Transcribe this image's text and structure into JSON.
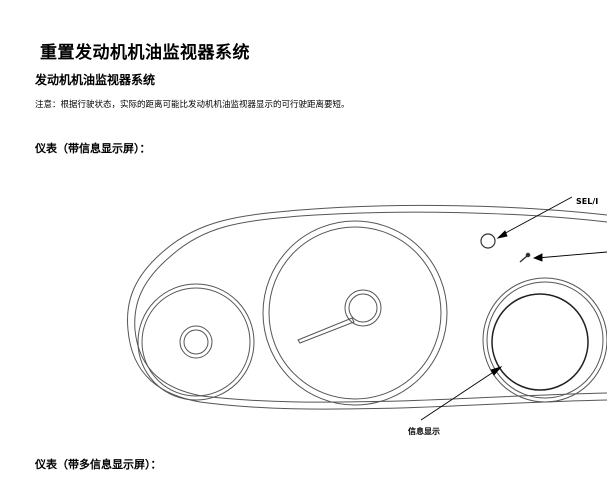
{
  "document": {
    "title": "重置发动机机油监视器系统",
    "section_title": "发动机机油监视器系统",
    "note": "注意：根据行驶状态，实际的距离可能比发动机机油监视器显示的可行驶距离要短。",
    "gauge_with_info_display": "仪表（带信息显示屏）：",
    "gauge_with_multi_info_display": "仪表（带多信息显示屏）："
  },
  "diagram": {
    "callouts": {
      "sel_reset_knob": "SEL/I",
      "info_display": "信息显示"
    },
    "icons": [
      "wrench-icon"
    ],
    "line_color": "#555555"
  }
}
